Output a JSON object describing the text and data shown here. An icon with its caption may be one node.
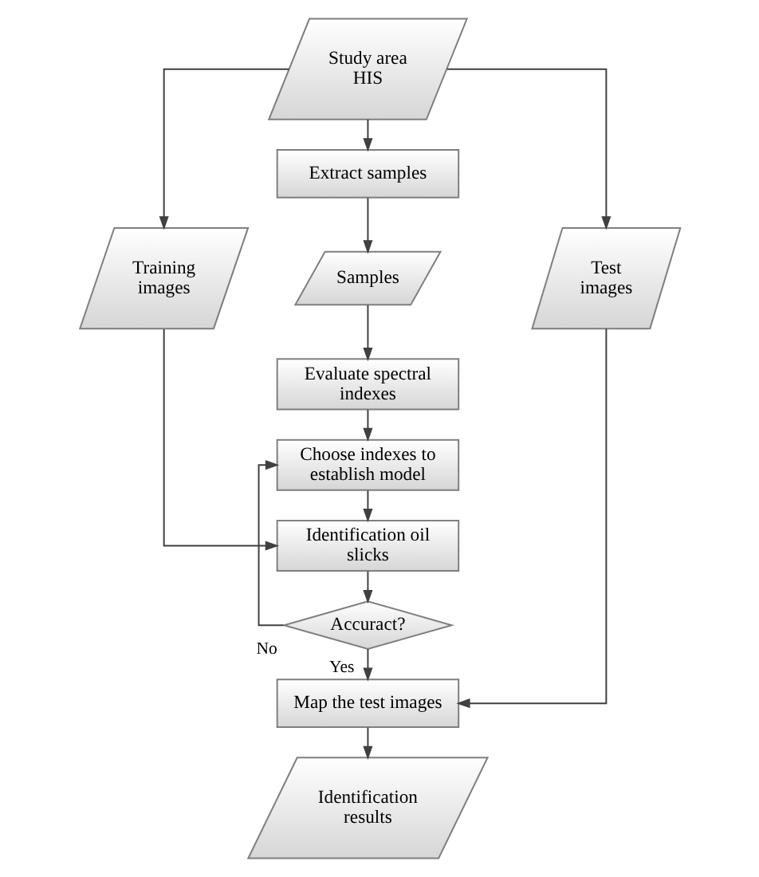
{
  "diagram": {
    "nodes": [
      {
        "text": [
          "Study area HIS"
        ]
      },
      {
        "text": [
          "Extract samples"
        ]
      },
      {
        "text": [
          "Training images"
        ]
      },
      {
        "text": [
          "Samples"
        ]
      },
      {
        "text": [
          "Test images"
        ]
      },
      {
        "text": [
          "Evaluate spectral indexes"
        ]
      },
      {
        "text": [
          "Choose indexes to establish model"
        ]
      },
      {
        "text": [
          "Identification oil slicks"
        ]
      },
      {
        "text": [
          "Accuract?"
        ]
      },
      {
        "text": [
          "Map the test images"
        ]
      },
      {
        "text": [
          "Identification results"
        ]
      }
    ],
    "edges": [
      {
        "from": 0,
        "to": 2,
        "arrow": "to"
      },
      {
        "from": 0,
        "to": 1,
        "arrow": "to"
      },
      {
        "from": 0,
        "to": 4,
        "arrow": "to"
      },
      {
        "from": 1,
        "to": 3,
        "arrow": "to"
      },
      {
        "from": 3,
        "to": 5,
        "arrow": "to"
      },
      {
        "from": 5,
        "to": 6,
        "arrow": "to"
      },
      {
        "from": 6,
        "to": 7,
        "arrow": "to"
      },
      {
        "from": 2,
        "to": 7,
        "arrow": "to"
      },
      {
        "from": 7,
        "to": 8,
        "arrow": "to"
      },
      {
        "from": 8,
        "to": 6,
        "label": "No",
        "arrow": "to"
      },
      {
        "from": 8,
        "to": 9,
        "label": "Yes",
        "arrow": "to"
      },
      {
        "from": 4,
        "to": 9,
        "arrow": "to"
      },
      {
        "from": 9,
        "to": 10,
        "arrow": "to"
      }
    ]
  }
}
